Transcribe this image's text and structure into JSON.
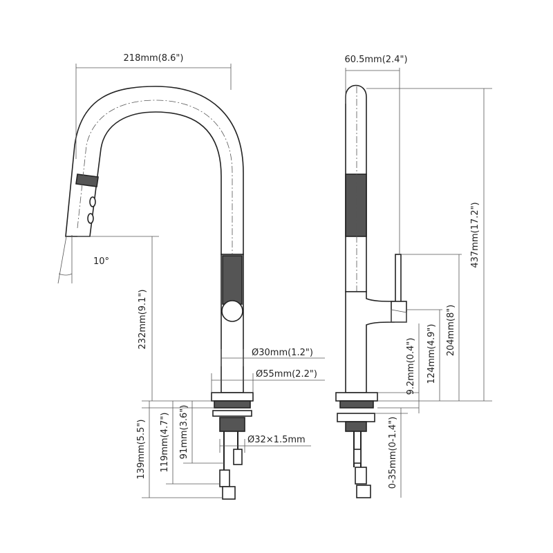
{
  "dimensions": {
    "front_width": "218mm(8.6\")",
    "side_depth": "60.5mm(2.4\")",
    "total_height": "437mm(17.2\")",
    "spout_angle": "10°",
    "spout_height": "232mm(9.1\")",
    "handle_height": "204mm(8\")",
    "lever_height": "124mm(4.9\")",
    "base_height": "9.2mm(0.4\")",
    "body_diameter": "Ø30mm(1.2\")",
    "base_diameter": "Ø55mm(2.2\")",
    "shank": "Ø32×1.5mm",
    "hose_91": "91mm(3.6\")",
    "hose_119": "119mm(4.7\")",
    "hose_139": "139mm(5.5\")",
    "deck_range": "0-35mm(0-1.4\")"
  }
}
